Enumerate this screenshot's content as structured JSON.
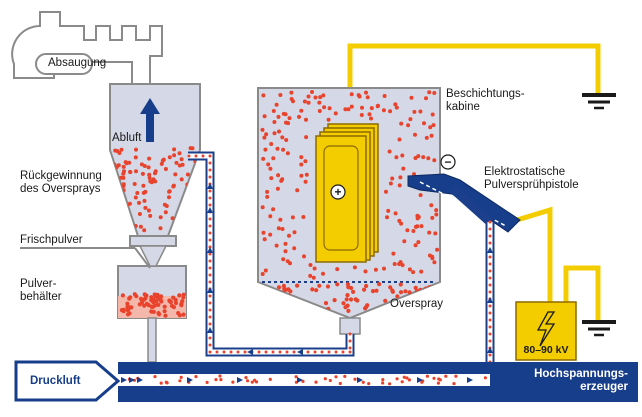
{
  "labels": {
    "absaugung": "Absaugung",
    "abluft": "Abluft",
    "rueckgewinnung": "Rückgewinnung\ndes Oversprays",
    "frischpulver": "Frischpulver",
    "pulverbehaelter": "Pulver-\nbehälter",
    "beschichtungskabine": "Beschichtungs-\nkabine",
    "pulverspruehpistole": "Elektrostatische\nPulversprühpistole",
    "overspray": "Overspray",
    "voltage": "80–90 kV",
    "hochspannungserzeuger": "Hochspannungs-\nerzeuger",
    "druckluft": "Druckluft"
  },
  "symbols": {
    "positive": "+",
    "negative": "−"
  },
  "colors": {
    "powder_dot": "#e8432c",
    "navy": "#173e8a",
    "yellow": "#f3cd00",
    "cabin_fill": "#d5d8e6",
    "pipe_blue": "#1c3f8c"
  },
  "icons": {
    "arrow_up": "arrow-up-icon",
    "ground": "ground-icon",
    "lightning": "lightning-icon"
  }
}
